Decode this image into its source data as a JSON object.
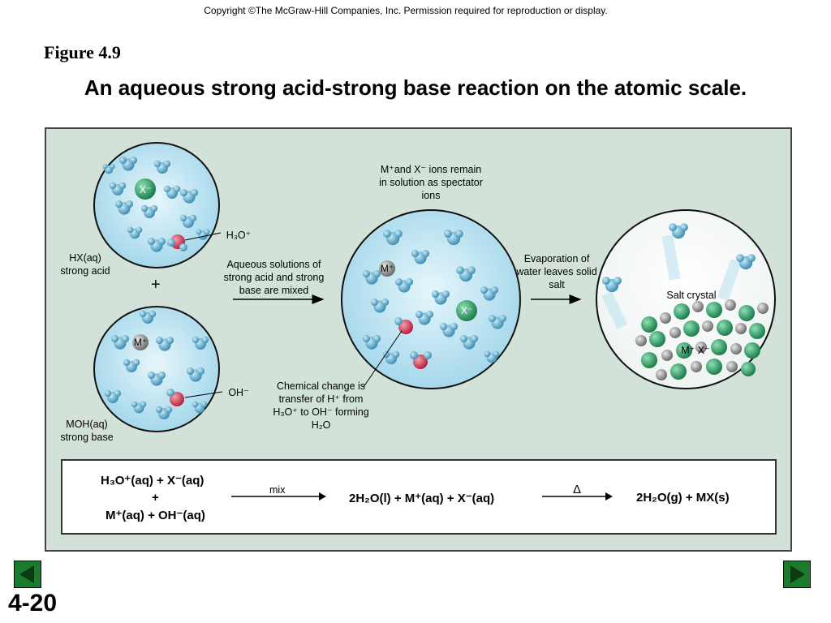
{
  "copyright": "Copyright ©The McGraw-Hill Companies, Inc.  Permission required for reproduction or display.",
  "figure_label": "Figure 4.9",
  "title": "An aqueous strong acid-strong base reaction on the atomic scale.",
  "labels": {
    "acid_ion": "X⁻",
    "hydronium": "H₃O⁺",
    "acid_name": "HX(aq)",
    "acid_desc": "strong acid",
    "plus": "+",
    "base_ion": "M⁺",
    "hydroxide": "OH⁻",
    "base_name": "MOH(aq)",
    "base_desc": "strong base",
    "mix_step": "Aqueous solutions of strong acid and strong base are mixed",
    "spectator": "M⁺and X⁻ ions remain in solution as spectator ions",
    "chemical_change": "Chemical change is transfer of H⁺ from H₃O⁺ to OH⁻ forming H₂O",
    "evaporation": "Evaporation of water leaves solid salt",
    "salt_crystal": "Salt crystal",
    "mid_m": "M⁺",
    "mid_x": "X⁻",
    "salt_mx": "M⁺ X⁻"
  },
  "equation": {
    "reactant_line1": "H₃O⁺(aq) + X⁻(aq)",
    "reactant_plus": "+",
    "reactant_line2": "M⁺(aq) + OH⁻(aq)",
    "arrow1_label": "mix",
    "middle": "2H₂O(l) + M⁺(aq) + X⁻(aq)",
    "arrow2_label": "Δ",
    "product": "2H₂O(g) + MX(s)"
  },
  "slide_number": "4-20",
  "colors": {
    "panel_bg": "#d3e2d8",
    "water": "#5aa6c8",
    "hydronium_o": "#d2344f",
    "x_ion": "#2e9a63",
    "m_ion": "#8a8a8a",
    "nav_green": "#1c7a2c"
  },
  "nav": {
    "prev_icon": "left-triangle-icon",
    "next_icon": "right-triangle-icon"
  }
}
